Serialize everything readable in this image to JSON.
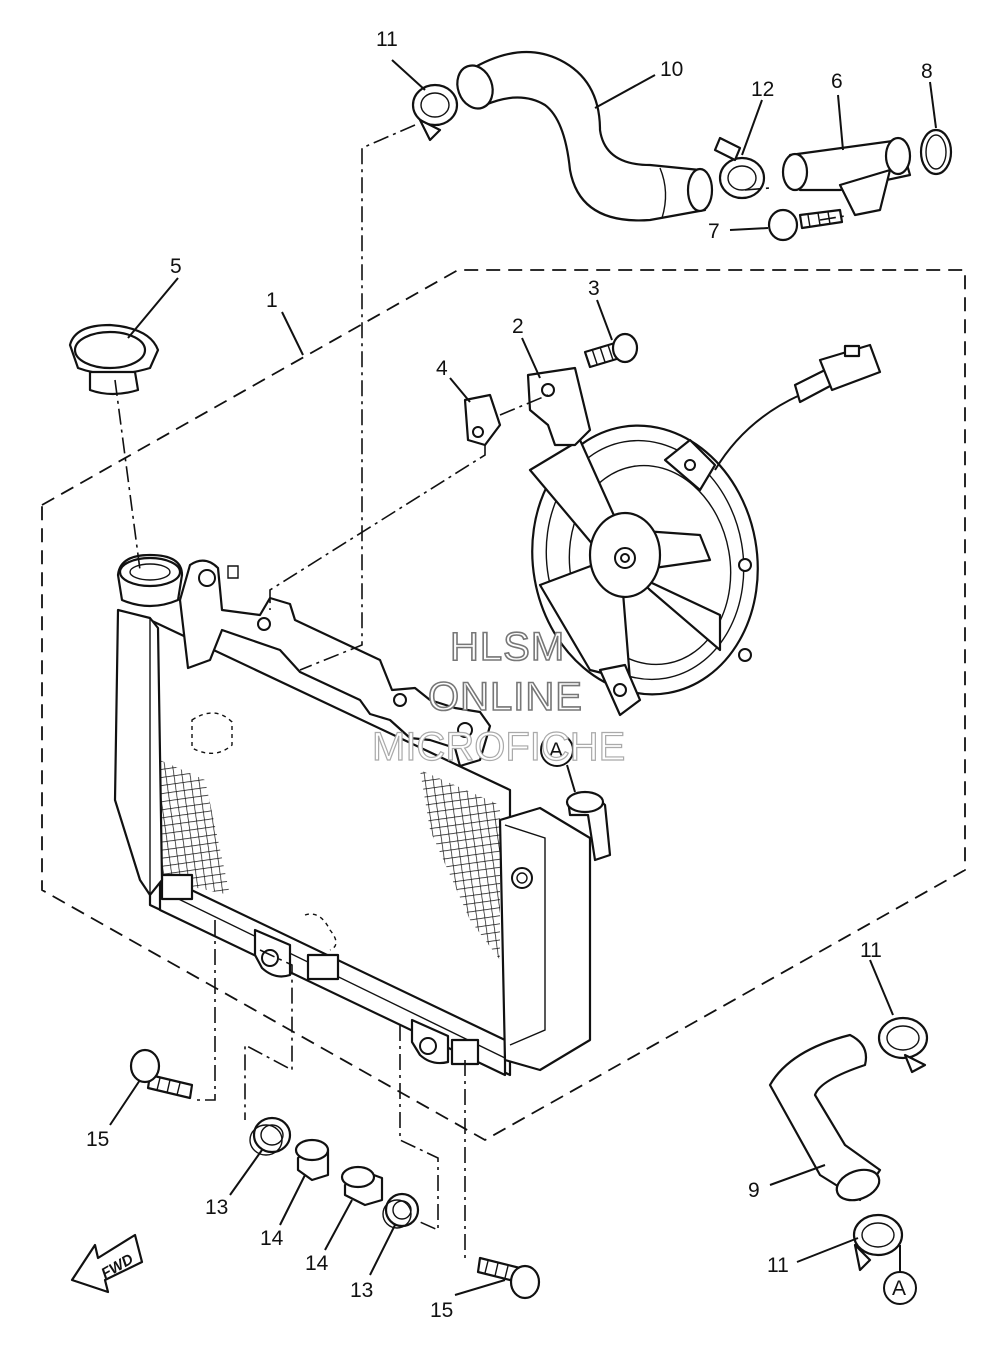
{
  "watermark": {
    "line1": "HLSM",
    "line2": "ONLINE",
    "line3": "MICROFICHE"
  },
  "fwd_label": "FWD",
  "ref_marker": "A",
  "callouts": {
    "c1": "1",
    "c2": "2",
    "c3": "3",
    "c4": "4",
    "c5": "5",
    "c6": "6",
    "c7": "7",
    "c8": "8",
    "c9": "9",
    "c10": "10",
    "c11_top": "11",
    "c11_mid": "11",
    "c11_bot": "11",
    "c12": "12",
    "c13_left": "13",
    "c13_right": "13",
    "c14_left": "14",
    "c14_right": "14",
    "c15_left": "15",
    "c15_right": "15"
  }
}
